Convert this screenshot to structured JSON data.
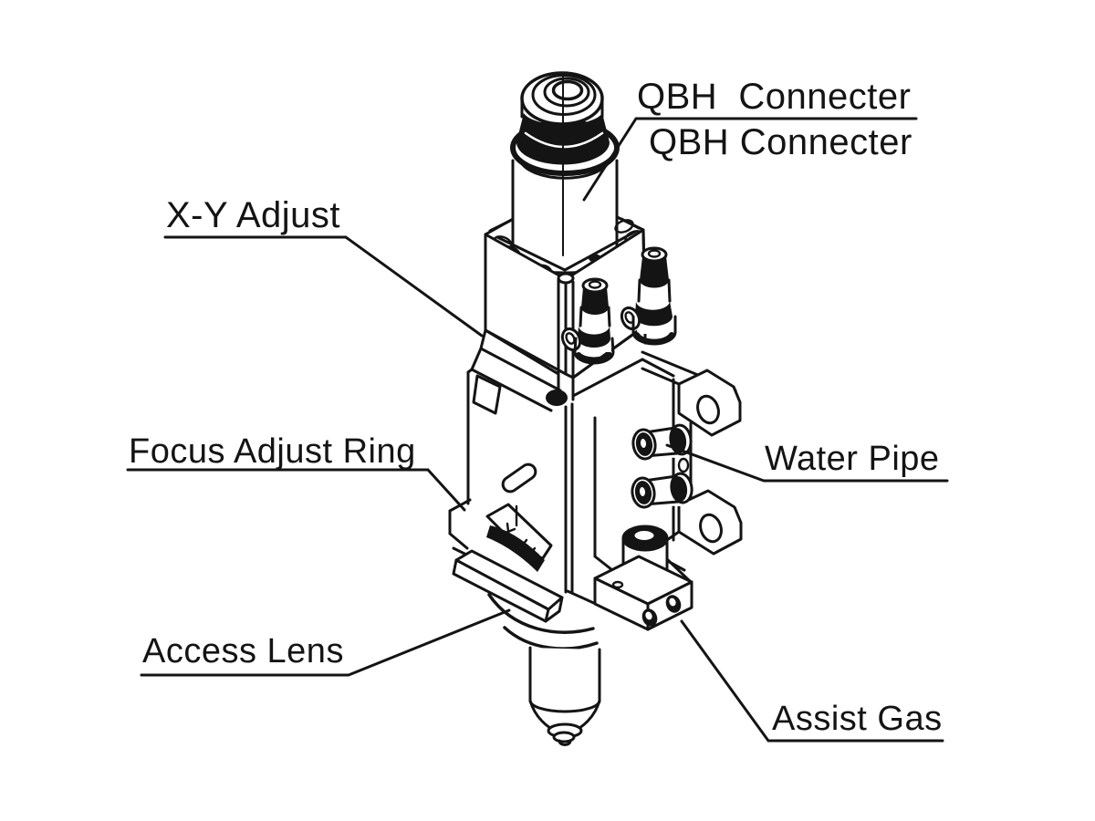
{
  "canvas": {
    "background": "#ffffff",
    "line_color": "#141414"
  },
  "labels": {
    "qbh_connecter_top": "QBH  Connecter",
    "qbh_connecter_bottom": "QBH Connecter",
    "xy_adjust": "X-Y Adjust",
    "focus_adjust_ring": "Focus Adjust Ring",
    "water_pipe": "Water Pipe",
    "access_lens": "Access Lens",
    "assist_gas": "Assist Gas"
  }
}
